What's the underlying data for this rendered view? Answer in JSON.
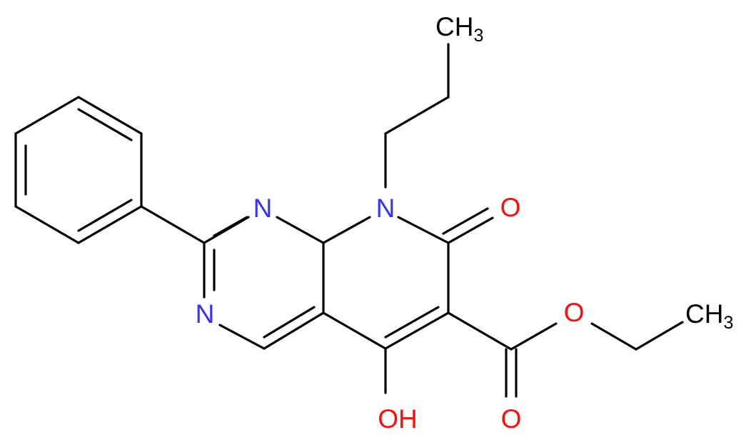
{
  "molecule": {
    "atoms": {
      "n_ring_top": {
        "text": "N",
        "color": "#3333ff"
      },
      "n_ring_left": {
        "text": "N",
        "color": "#3333ff"
      },
      "n_propyl": {
        "text": "N",
        "color": "#3333ff"
      },
      "o_ketone": {
        "text": "O",
        "color": "#ff0d0d"
      },
      "o_ester": {
        "text": "O",
        "color": "#ff0d0d"
      },
      "o_carbonyl": {
        "text": "O",
        "color": "#ff0d0d"
      },
      "oh": {
        "text": "OH",
        "color": "#ff0d0d"
      },
      "ch3_propyl": {
        "main": "CH",
        "sub": "3",
        "color": "#000000"
      },
      "ch3_ethyl": {
        "main": "CH",
        "sub": "3",
        "color": "#000000"
      }
    }
  }
}
